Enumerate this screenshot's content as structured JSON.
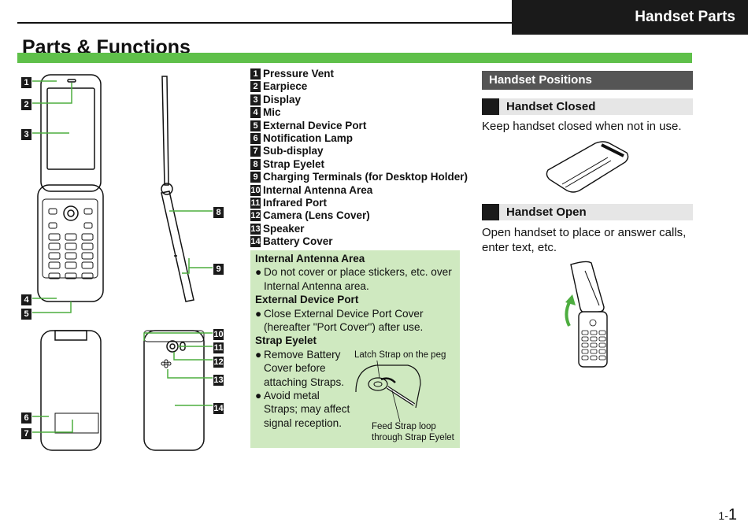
{
  "header": {
    "section_tab": "Handset Parts",
    "page_title": "Parts & Functions"
  },
  "parts": [
    {
      "n": "1",
      "label": "Pressure Vent"
    },
    {
      "n": "2",
      "label": "Earpiece"
    },
    {
      "n": "3",
      "label": "Display"
    },
    {
      "n": "4",
      "label": "Mic"
    },
    {
      "n": "5",
      "label": "External Device Port"
    },
    {
      "n": "6",
      "label": "Notification Lamp"
    },
    {
      "n": "7",
      "label": "Sub-display"
    },
    {
      "n": "8",
      "label": "Strap Eyelet"
    },
    {
      "n": "9",
      "label": "Charging Terminals (for Desktop Holder)"
    },
    {
      "n": "10",
      "label": "Internal Antenna Area"
    },
    {
      "n": "11",
      "label": "Infrared Port"
    },
    {
      "n": "12",
      "label": "Camera (Lens Cover)"
    },
    {
      "n": "13",
      "label": "Speaker"
    },
    {
      "n": "14",
      "label": "Battery Cover"
    }
  ],
  "notes": {
    "antenna_title": "Internal Antenna Area",
    "antenna_line1": "Do not cover or place stickers, etc. over",
    "antenna_line2": "Internal Antenna area.",
    "port_title": "External Device Port",
    "port_line1": "Close External Device Port Cover",
    "port_line2": "(hereafter \"Port Cover\") after use.",
    "strap_title": "Strap Eyelet",
    "strap_b1_l1": "Remove Battery",
    "strap_b1_l2": "Cover before",
    "strap_b1_l3": "attaching Straps.",
    "strap_b2_l1": "Avoid metal",
    "strap_b2_l2": "Straps; may affect",
    "strap_b2_l3": "signal reception.",
    "bullet": "●",
    "latch_label": "Latch Strap on the peg",
    "feed_label_1": "Feed Strap loop",
    "feed_label_2": "through Strap Eyelet"
  },
  "positions": {
    "title": "Handset Positions",
    "closed_title": "Handset Closed",
    "closed_text": "Keep handset closed when not in use.",
    "open_title": "Handset Open",
    "open_text_1": "Open handset to place or answer calls,",
    "open_text_2": "enter text, etc."
  },
  "page_number": {
    "prefix": "1-",
    "number": "1"
  },
  "colors": {
    "green_bar": "#5fc04a",
    "note_bg": "#cfe9c0",
    "arrow": "#4dad3f"
  }
}
